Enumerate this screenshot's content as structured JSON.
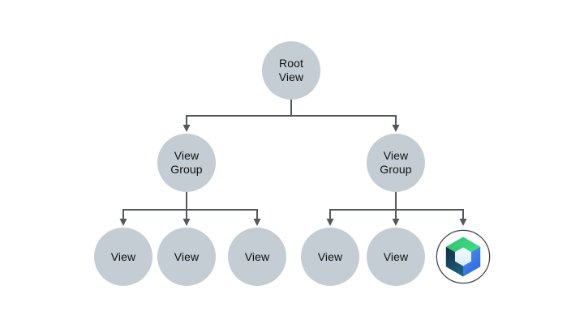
{
  "diagram": {
    "nodes": {
      "root": {
        "label": "Root\nView"
      },
      "group_left": {
        "label": "View\nGroup"
      },
      "group_right": {
        "label": "View\nGroup"
      },
      "view_l1": {
        "label": "View"
      },
      "view_l2": {
        "label": "View"
      },
      "view_l3": {
        "label": "View"
      },
      "view_r1": {
        "label": "View"
      },
      "view_r2": {
        "label": "View"
      }
    },
    "icons": {
      "compose_leaf": "jetpack-compose-icon"
    },
    "colors": {
      "node_fill": "#c3cdd3",
      "connector": "#54585d",
      "text": "#111111",
      "compose_green_light": "#3ddc84",
      "compose_green_dark": "#31b86a",
      "compose_blue_light": "#4a8cf7",
      "compose_blue_dark": "#2c68d9",
      "compose_navy_top": "#0e2f44",
      "compose_navy_bottom": "#1d5d77",
      "compose_inner_hex": "#e8f3fa",
      "compose_ring": "#3c4043"
    }
  }
}
